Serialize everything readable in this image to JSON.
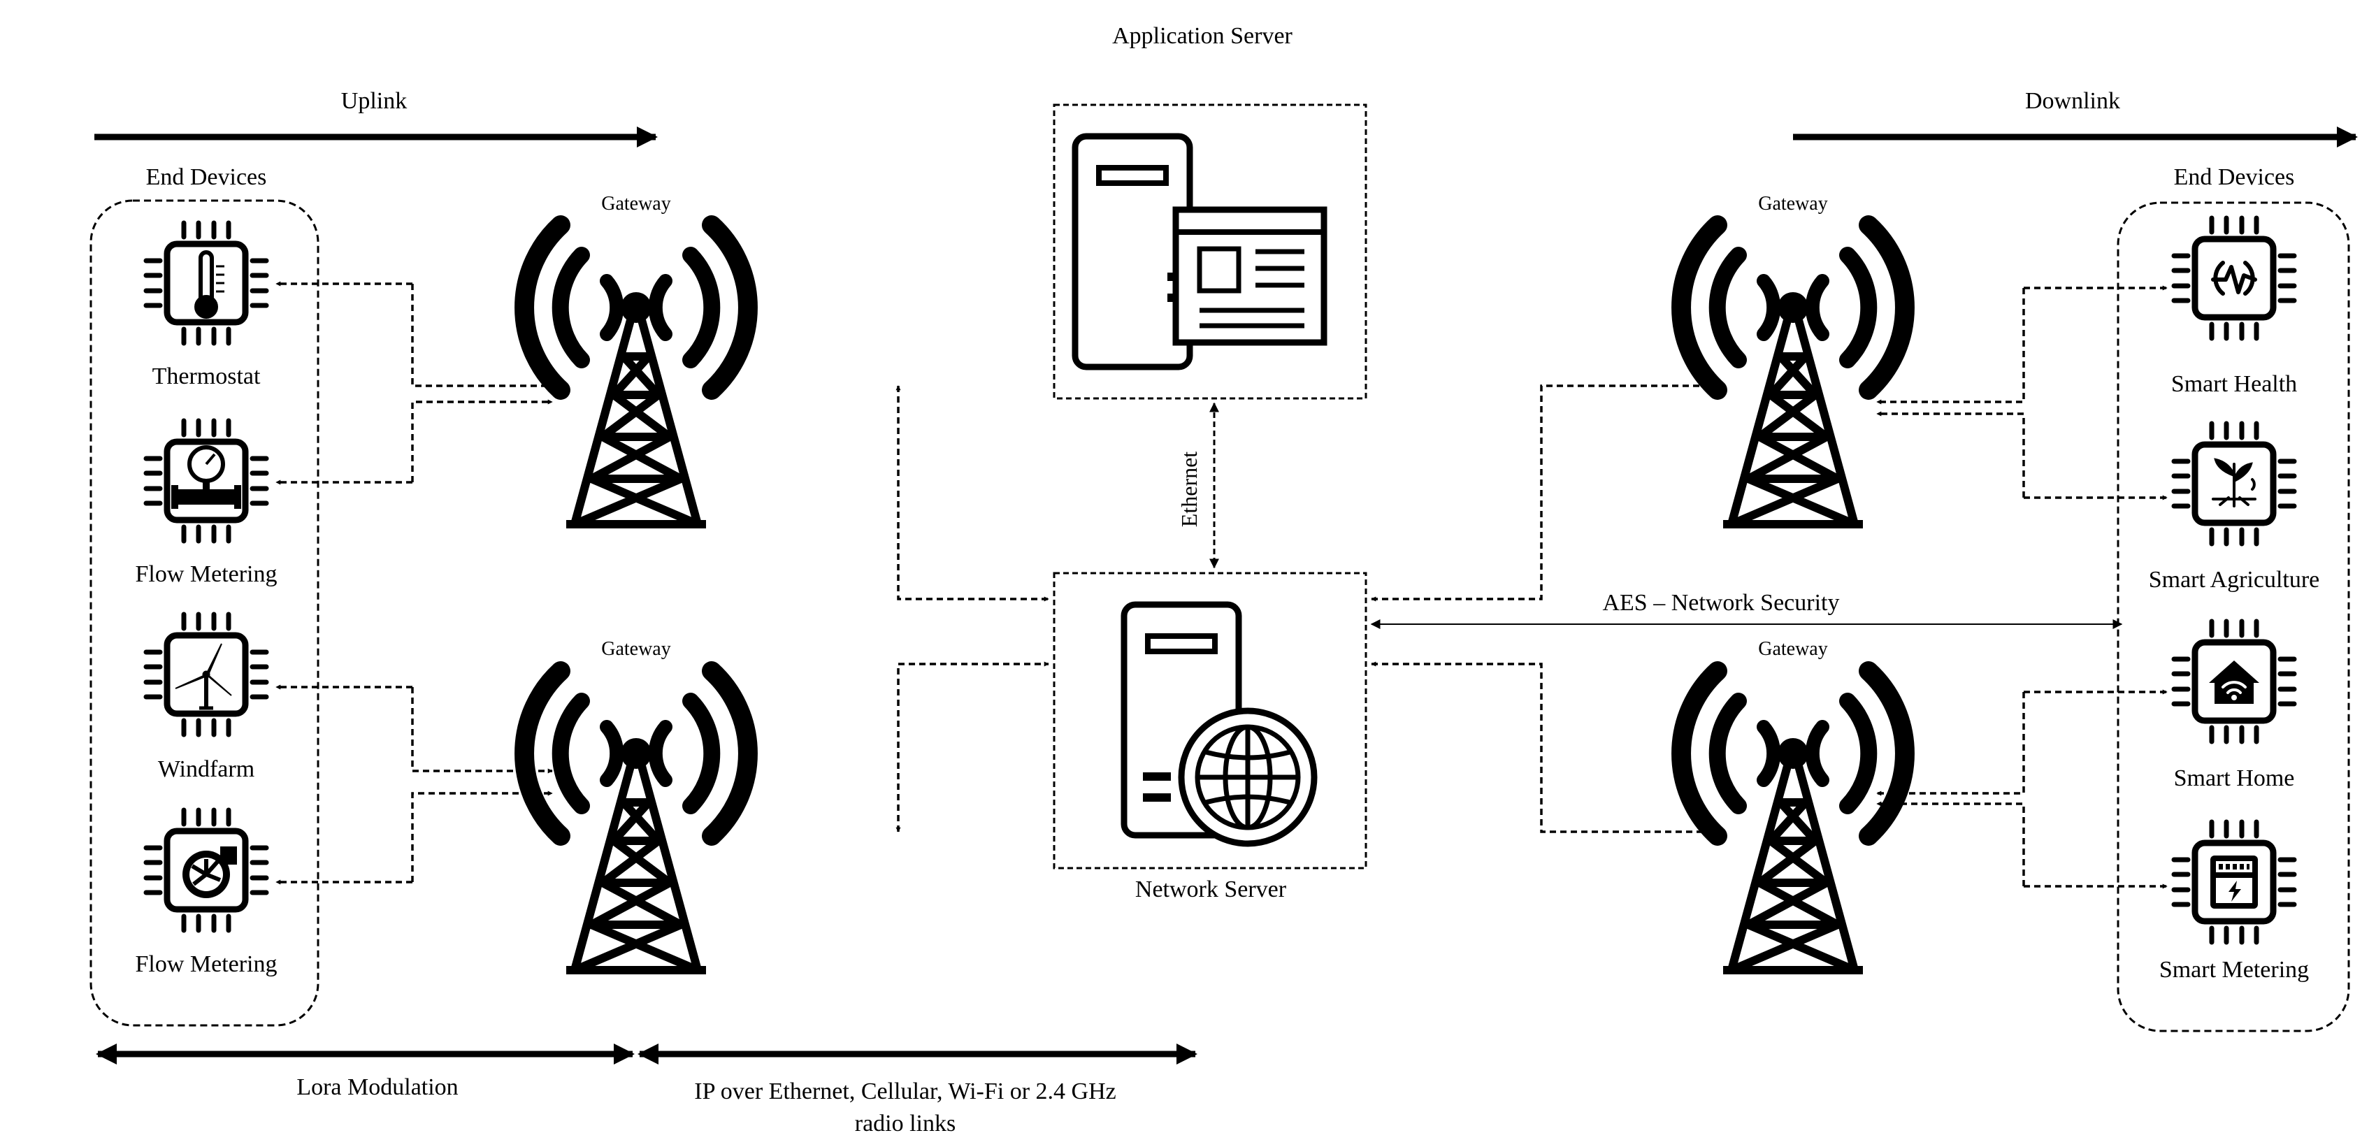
{
  "labels": {
    "application_server": "Application Server",
    "network_server": "Network Server",
    "uplink": "Uplink",
    "downlink": "Downlink",
    "end_devices_left": "End Devices",
    "end_devices_right": "End Devices",
    "gateway": "Gateway",
    "ethernet": "Ethernet",
    "aes": "AES – Network Security",
    "lora": "Lora Modulation",
    "ip_line1": "IP over Ethernet, Cellular, Wi-Fi or 2.4 GHz",
    "ip_line2": "radio links"
  },
  "left_devices": [
    {
      "label": "Thermostat",
      "icon": "thermometer-icon"
    },
    {
      "label": "Flow Metering",
      "icon": "pressure-gauge-icon"
    },
    {
      "label": "Windfarm",
      "icon": "wind-turbine-icon"
    },
    {
      "label": "Flow Metering",
      "icon": "turbine-meter-icon"
    }
  ],
  "right_devices": [
    {
      "label": "Smart Health",
      "icon": "heartbeat-icon"
    },
    {
      "label": "Smart Agriculture",
      "icon": "plant-icon"
    },
    {
      "label": "Smart Home",
      "icon": "wifi-home-icon"
    },
    {
      "label": "Smart Metering",
      "icon": "electric-meter-icon"
    }
  ]
}
